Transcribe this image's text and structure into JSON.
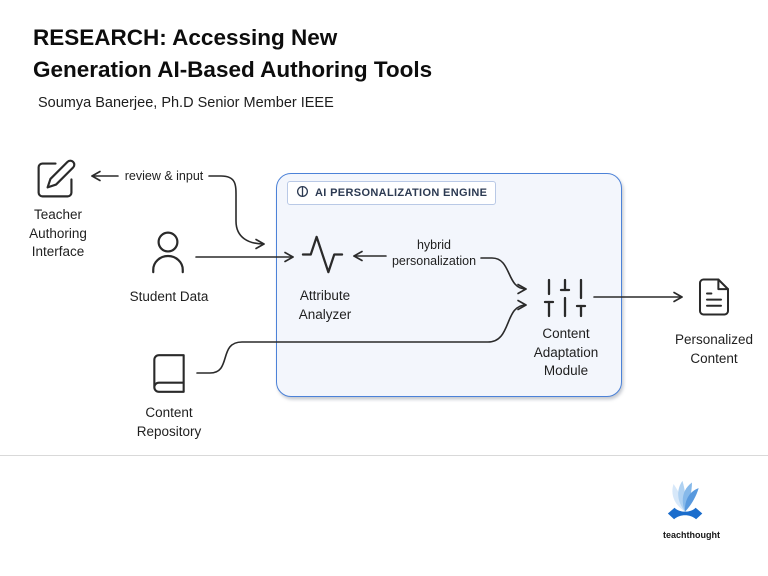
{
  "header": {
    "title_lines": [
      "RESEARCH: Accessing New",
      "Generation AI-Based Authoring Tools"
    ],
    "author": "Soumya Banerjee, Ph.D Senior Member IEEE"
  },
  "diagram": {
    "engine": {
      "badge_label": "AI PERSONALIZATION ENGINE",
      "badge_icon": "split-circle-icon"
    },
    "nodes": {
      "teacher": {
        "icon": "square-pen-icon",
        "label_lines": [
          "Teacher",
          "Authoring",
          "Interface"
        ]
      },
      "student": {
        "icon": "user-icon",
        "label": "Student Data"
      },
      "repository": {
        "icon": "book-icon",
        "label_lines": [
          "Content",
          "Repository"
        ]
      },
      "analyzer": {
        "icon": "activity-icon",
        "label_lines": [
          "Attribute",
          "Analyzer"
        ]
      },
      "adaptation": {
        "icon": "sliders-icon",
        "label_lines": [
          "Content",
          "Adaptation",
          "Module"
        ]
      },
      "output": {
        "icon": "file-text-icon",
        "label_lines": [
          "Personalized",
          "Content"
        ]
      }
    },
    "edge_labels": {
      "review_input": "review & input",
      "hybrid_line1": "hybrid",
      "hybrid_line2": "personalization"
    },
    "colors": {
      "engine_border": "#4c82d8",
      "engine_fill": "#f3f6fc",
      "badge_border": "#b9c9e6",
      "badge_text": "#2c3a52",
      "line": "#2a2a2a"
    }
  },
  "footer": {
    "brand": "teachthought",
    "brand_blue": "#1b6dcc",
    "wing_blues": [
      "#d7e8f9",
      "#b0d2f2",
      "#86b9ea",
      "#5899de"
    ]
  }
}
